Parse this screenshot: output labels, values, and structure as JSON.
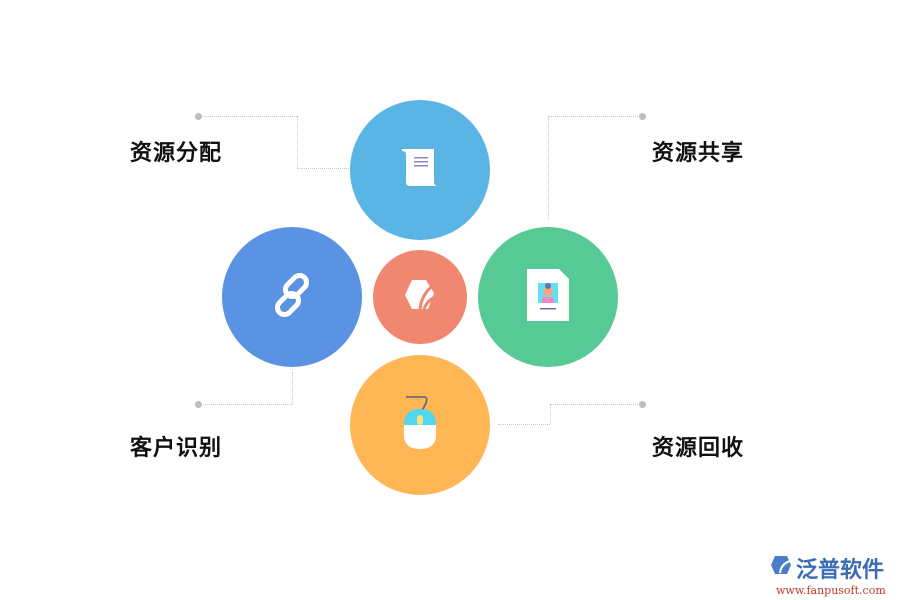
{
  "nodes": [
    {
      "id": "top",
      "label": "资源分配",
      "color": "#5ab4e4",
      "icon": "scroll-document-icon"
    },
    {
      "id": "right",
      "label": "资源共享",
      "color": "#56c994",
      "icon": "profile-card-icon"
    },
    {
      "id": "left",
      "label": "客户识别",
      "color": "#5b93e4",
      "icon": "chain-link-icon"
    },
    {
      "id": "bottom",
      "label": "资源回收",
      "color": "#ffb655",
      "icon": "mouse-icon"
    },
    {
      "id": "center",
      "label": "",
      "color": "#f08771",
      "icon": "brand-hexagon-icon"
    }
  ],
  "labels": {
    "top_left": "资源分配",
    "top_right": "资源共享",
    "bottom_left": "客户识别",
    "bottom_right": "资源回收"
  },
  "logo": {
    "name": "泛普软件",
    "url": "www.fanpusoft.com"
  }
}
